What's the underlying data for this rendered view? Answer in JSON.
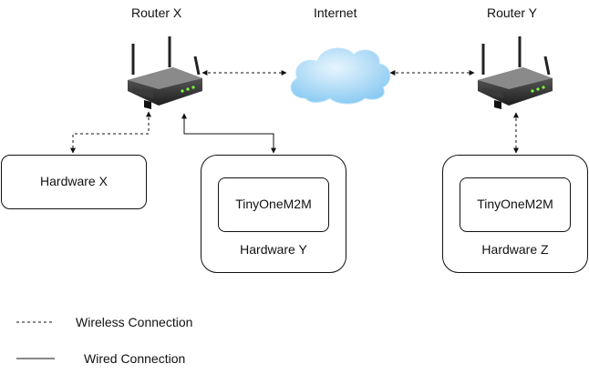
{
  "routers": {
    "x": {
      "label": "Router X",
      "icon": "wireless-router-icon"
    },
    "y": {
      "label": "Router Y",
      "icon": "wireless-router-icon"
    }
  },
  "internet": {
    "label": "Internet",
    "icon": "cloud-icon",
    "color": "#9ed3f5"
  },
  "hardware": {
    "x": {
      "label": "Hardware X"
    },
    "y": {
      "label": "Hardware Y",
      "module": "TinyOneM2M"
    },
    "z": {
      "label": "Hardware Z",
      "module": "TinyOneM2M"
    }
  },
  "legend": {
    "wireless": "Wireless Connection",
    "wired": "Wired Connection"
  }
}
